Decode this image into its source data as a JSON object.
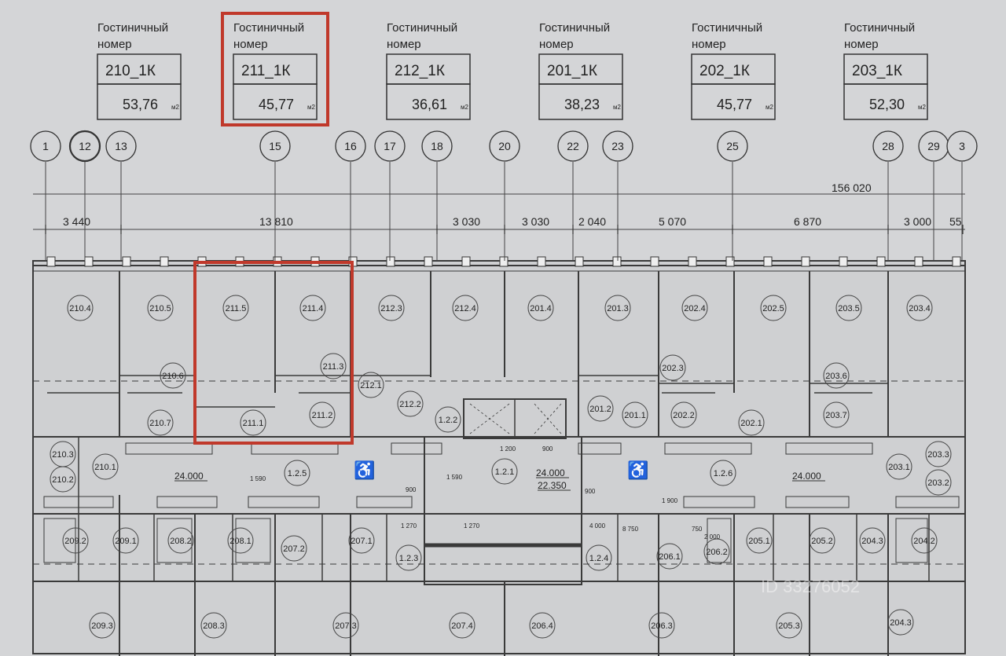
{
  "room_cards": [
    {
      "heading": "Гостиничный номер",
      "code": "210_1К",
      "area": "53,76",
      "unit": "м2",
      "highlighted": false
    },
    {
      "heading": "Гостиничный номер",
      "code": "211_1К",
      "area": "45,77",
      "unit": "м2",
      "highlighted": true
    },
    {
      "heading": "Гостиничный номер",
      "code": "212_1К",
      "area": "36,61",
      "unit": "м2",
      "highlighted": false
    },
    {
      "heading": "Гостиничный номер",
      "code": "201_1К",
      "area": "38,23",
      "unit": "м2",
      "highlighted": false
    },
    {
      "heading": "Гостиничный номер",
      "code": "202_1К",
      "area": "45,77",
      "unit": "м2",
      "highlighted": false
    },
    {
      "heading": "Гостиничный номер",
      "code": "203_1К",
      "area": "52,30",
      "unit": "м2",
      "highlighted": false
    }
  ],
  "grid_axes": [
    "1",
    "12",
    "13",
    "15",
    "16",
    "17",
    "18",
    "20",
    "22",
    "23",
    "25",
    "28",
    "29",
    "3"
  ],
  "dimensions": {
    "overall": "156 020",
    "segments": [
      "3 440",
      "13 810",
      "3 030",
      "3 030",
      "2 040",
      "5 070",
      "6 870",
      "3 000",
      "55"
    ]
  },
  "room_labels": [
    "210.4",
    "210.5",
    "211.5",
    "211.4",
    "212.3",
    "212.4",
    "201.4",
    "201.3",
    "202.4",
    "202.5",
    "203.5",
    "203.4",
    "210.6",
    "211.3",
    "212.1",
    "202.3",
    "203.6",
    "210.7",
    "211.1",
    "211.2",
    "212.2",
    "1.2.2",
    "201.2",
    "201.1",
    "202.2",
    "202.1",
    "203.7",
    "210.3",
    "210.1",
    "210.2",
    "1.2.5",
    "1.2.1",
    "1.2.6",
    "203.3",
    "203.1",
    "203.2",
    "209.2",
    "209.1",
    "208.2",
    "208.1",
    "207.2",
    "207.1",
    "1.2.3",
    "1.2.4",
    "206.1",
    "206.2",
    "205.1",
    "205.2",
    "204.3",
    "204.2",
    "209.3",
    "208.3",
    "207.3",
    "207.4",
    "206.4",
    "206.3",
    "205.3",
    "204.3"
  ],
  "level_marks": [
    "24.000",
    "24.000",
    "22.350",
    "24.000"
  ],
  "small_dims": [
    "1 590",
    "1 590",
    "1 200",
    "900",
    "900",
    "900",
    "1 900",
    "1 270",
    "1 270",
    "4 000",
    "8 750",
    "750",
    "2 000"
  ],
  "watermark": "ID 33276052",
  "colors": {
    "background": "#d4d5d7",
    "highlight": "#c0392b",
    "line": "#3a3a3a",
    "room_fill": "#c9cacc"
  }
}
